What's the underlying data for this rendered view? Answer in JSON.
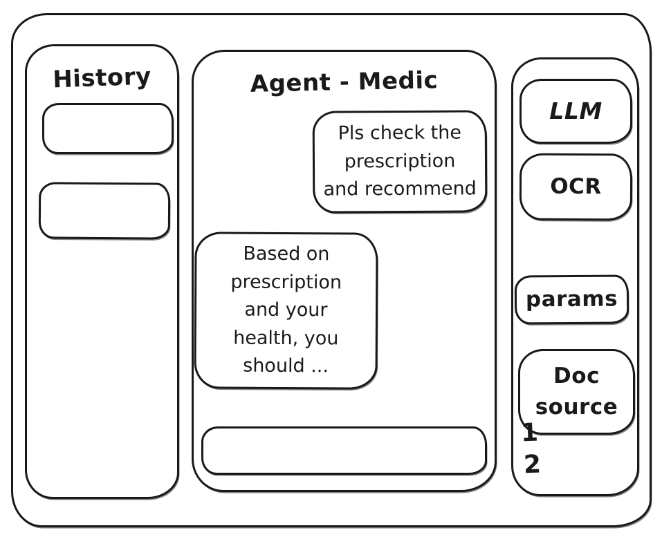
{
  "window": {
    "background_color": "#ffffff",
    "stroke_color": "#1a1a1a"
  },
  "sidebar": {
    "title": "History",
    "items": [
      "",
      ""
    ]
  },
  "chat": {
    "title": "Agent - Medic",
    "messages": [
      {
        "role": "user",
        "text": "Pls check the\nprescription\nand recommend"
      },
      {
        "role": "assistant",
        "text": "Based on\nprescription\nand your\nhealth, you\nshould ..."
      }
    ],
    "input": {
      "value": "",
      "placeholder": ""
    }
  },
  "tools": {
    "buttons": [
      {
        "id": "llm",
        "label": "LLM"
      },
      {
        "id": "ocr",
        "label": "OCR"
      },
      {
        "id": "params",
        "label": "params"
      },
      {
        "id": "doc-source",
        "label": "Doc source"
      }
    ],
    "doc_source_items": [
      "1",
      "2"
    ]
  }
}
